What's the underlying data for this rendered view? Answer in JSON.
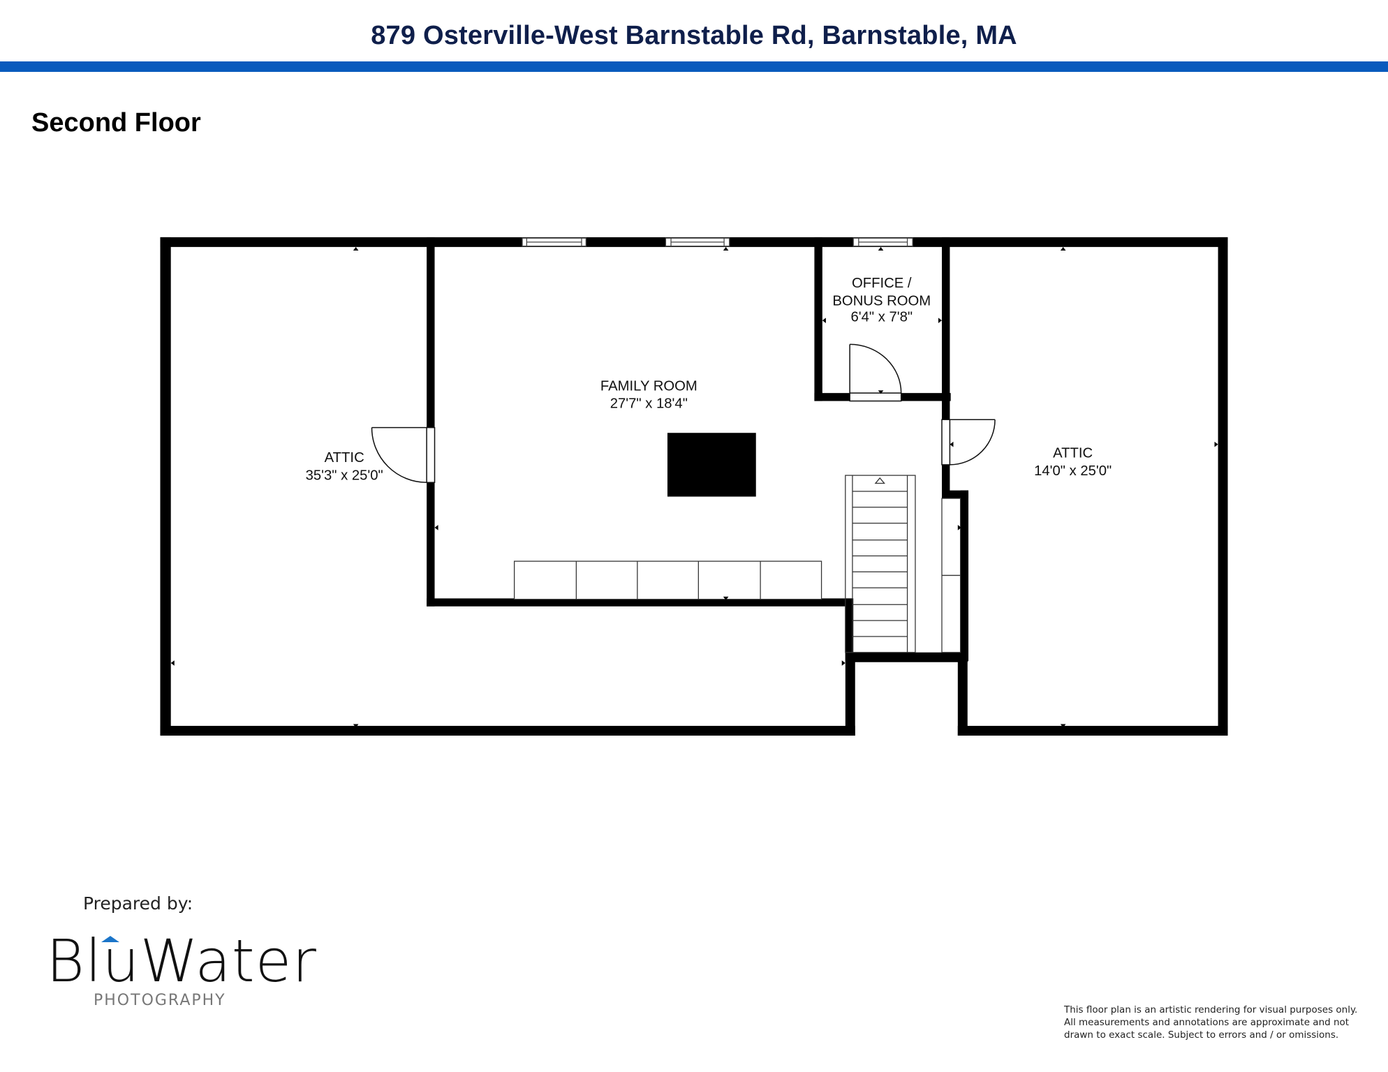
{
  "header": {
    "title": "879 Osterville-West Barnstable Rd, Barnstable, MA",
    "bar_color": "#0a5bbd",
    "title_color": "#0f1f4b"
  },
  "floor": {
    "title": "Second Floor"
  },
  "rooms": [
    {
      "name": "ATTIC",
      "dimensions": "35'3\" x 25'0\""
    },
    {
      "name": "FAMILY ROOM",
      "dimensions": "27'7\" x 18'4\""
    },
    {
      "name_line1": "OFFICE /",
      "name_line2": "BONUS ROOM",
      "dimensions": "6'4\" x 7'8\""
    },
    {
      "name": "ATTIC",
      "dimensions": "14'0\" x 25'0\""
    }
  ],
  "fixtures": {
    "windows": 3,
    "doors": 3,
    "staircase_steps": 11,
    "cabinet_sections": 5
  },
  "footer": {
    "prepared_by": "Prepared by:",
    "logo_word": "BluWater",
    "logo_sub": "PHOTOGRAPHY",
    "logo_accent": "#1b75c9",
    "disclaimer": "This floor plan is an artistic rendering for visual purposes only.  All measurements and annotations are approximate and not drawn to exact scale. Subject to errors and / or omissions."
  }
}
